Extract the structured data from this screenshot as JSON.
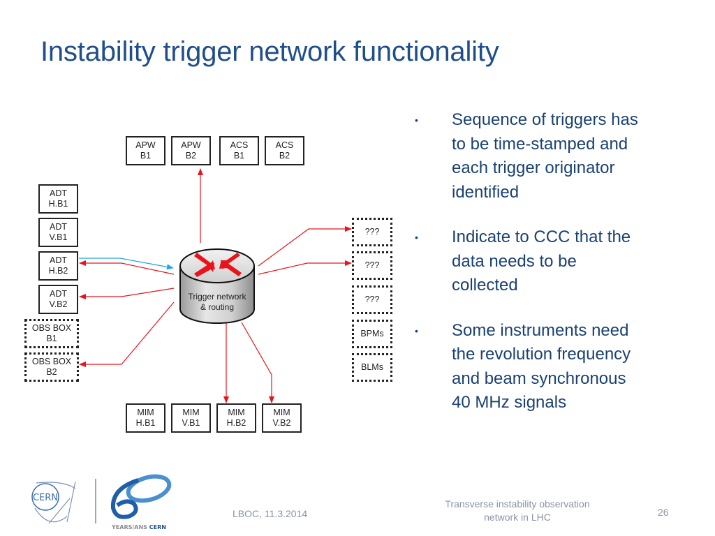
{
  "slide": {
    "title": "Instability trigger network functionality",
    "bullets": [
      {
        "marker": "•",
        "lines": [
          "Sequence of triggers has",
          "to be time-stamped and",
          "each trigger originator",
          "identified"
        ]
      },
      {
        "marker": "•",
        "lines": [
          "Indicate to CCC that the",
          "data needs to be",
          "collected"
        ]
      },
      {
        "marker": "•",
        "lines": [
          "Some instruments need",
          "the revolution frequency",
          "and beam synchronous",
          "40 MHz signals"
        ]
      }
    ],
    "footer": {
      "left": "LBOC, 11.3.2014",
      "middle_line1": "Transverse instability observation",
      "middle_line2": "network in LHC",
      "page_number": "26"
    },
    "logos": {
      "cern_text": "CERN",
      "anniversary_text_1": "YEARS/ANS ",
      "anniversary_text_2": "CERN"
    }
  },
  "diagram": {
    "colors": {
      "arrow": "#e8141c",
      "input_arrow": "#21a6e0",
      "box_border": "#222222",
      "title": "#1f4e8c",
      "bullet_text": "#1a4173"
    },
    "router_label_line1": "Trigger network",
    "router_label_line2": "& routing",
    "top_boxes": [
      {
        "l1": "APW",
        "l2": "B1"
      },
      {
        "l1": "APW",
        "l2": "B2"
      },
      {
        "l1": "ACS",
        "l2": "B1"
      },
      {
        "l1": "ACS",
        "l2": "B2"
      }
    ],
    "left_boxes": [
      {
        "l1": "ADT",
        "l2": "H.B1",
        "style": "solid"
      },
      {
        "l1": "ADT",
        "l2": "V.B1",
        "style": "solid"
      },
      {
        "l1": "ADT",
        "l2": "H.B2",
        "style": "solid"
      },
      {
        "l1": "ADT",
        "l2": "V.B2",
        "style": "solid"
      },
      {
        "l1": "OBS BOX",
        "l2": "B1",
        "style": "dashed"
      },
      {
        "l1": "OBS BOX",
        "l2": "B2",
        "style": "dashed"
      }
    ],
    "right_boxes": [
      {
        "l1": "???",
        "style": "dashed"
      },
      {
        "l1": "???",
        "style": "dashed"
      },
      {
        "l1": "???",
        "style": "dashed"
      },
      {
        "l1": "BPMs",
        "style": "dashed"
      },
      {
        "l1": "BLMs",
        "style": "dashed"
      }
    ],
    "bottom_boxes": [
      {
        "l1": "MIM",
        "l2": "H.B1"
      },
      {
        "l1": "MIM",
        "l2": "V.B1"
      },
      {
        "l1": "MIM",
        "l2": "H.B2"
      },
      {
        "l1": "MIM",
        "l2": "V.B2"
      }
    ]
  }
}
